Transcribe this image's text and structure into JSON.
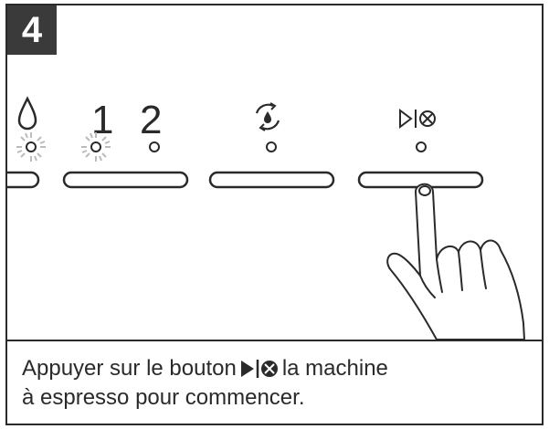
{
  "step": {
    "number": "4"
  },
  "panel": {
    "labels": {
      "one": "1",
      "two": "2"
    },
    "icons": [
      "water-drop-icon",
      "descale-icon",
      "start-stop-icon"
    ],
    "indicators": {
      "water": "lit",
      "cup_one": "lit",
      "cup_two": "off",
      "descale": "off",
      "start_stop": "off"
    }
  },
  "caption": {
    "line1_before_icon": "Appuyer sur le bouton",
    "line1_after_icon": "la machine",
    "line2": "à espresso pour commencer.",
    "icon": "start-stop-icon"
  },
  "colors": {
    "stroke": "#2a2a2a",
    "badge": "#3a3a3a",
    "glow": "#bbbbbb"
  }
}
